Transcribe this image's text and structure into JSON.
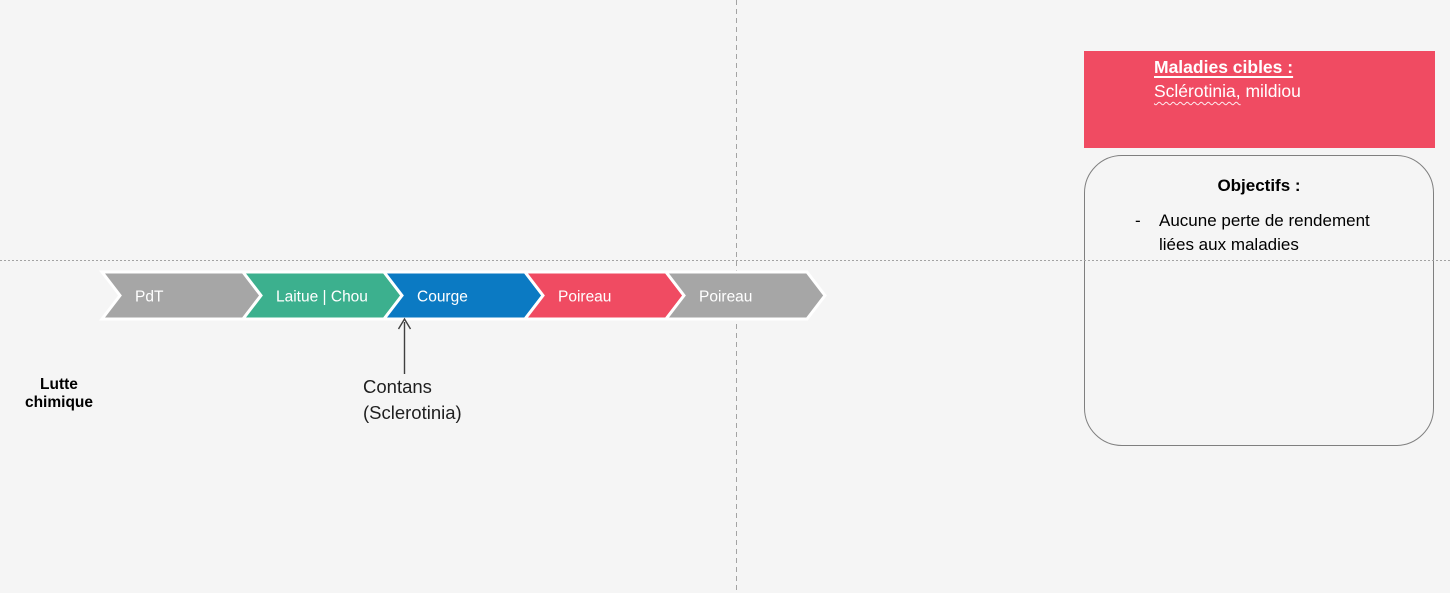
{
  "colors": {
    "background": "#f5f5f5",
    "step_gray": "#a6a6a6",
    "step_green": "#3cb08e",
    "step_blue": "#0b7ac3",
    "step_red": "#f04b62",
    "dashed_line": "#a3a3a3",
    "box_border": "#7f7f7f"
  },
  "timeline": {
    "steps": [
      {
        "label": "PdT",
        "color": "#a6a6a6"
      },
      {
        "label": "Laitue | Chou",
        "color": "#3cb08e"
      },
      {
        "label": "Courge",
        "color": "#0b7ac3"
      },
      {
        "label": "Poireau",
        "color": "#f04b62"
      },
      {
        "label": "Poireau",
        "color": "#a6a6a6"
      }
    ],
    "row_label": "Lutte chimique",
    "annotation": "Contans\n(Sclerotinia)"
  },
  "maladies_box": {
    "title": "Maladies cibles :",
    "content_highlight": "Sclérotinia,",
    "content_rest": " mildiou"
  },
  "objectifs_box": {
    "title": "Objectifs :",
    "bullet_marker": "-",
    "bullet_text": "Aucune perte de rendement liées aux maladies"
  }
}
